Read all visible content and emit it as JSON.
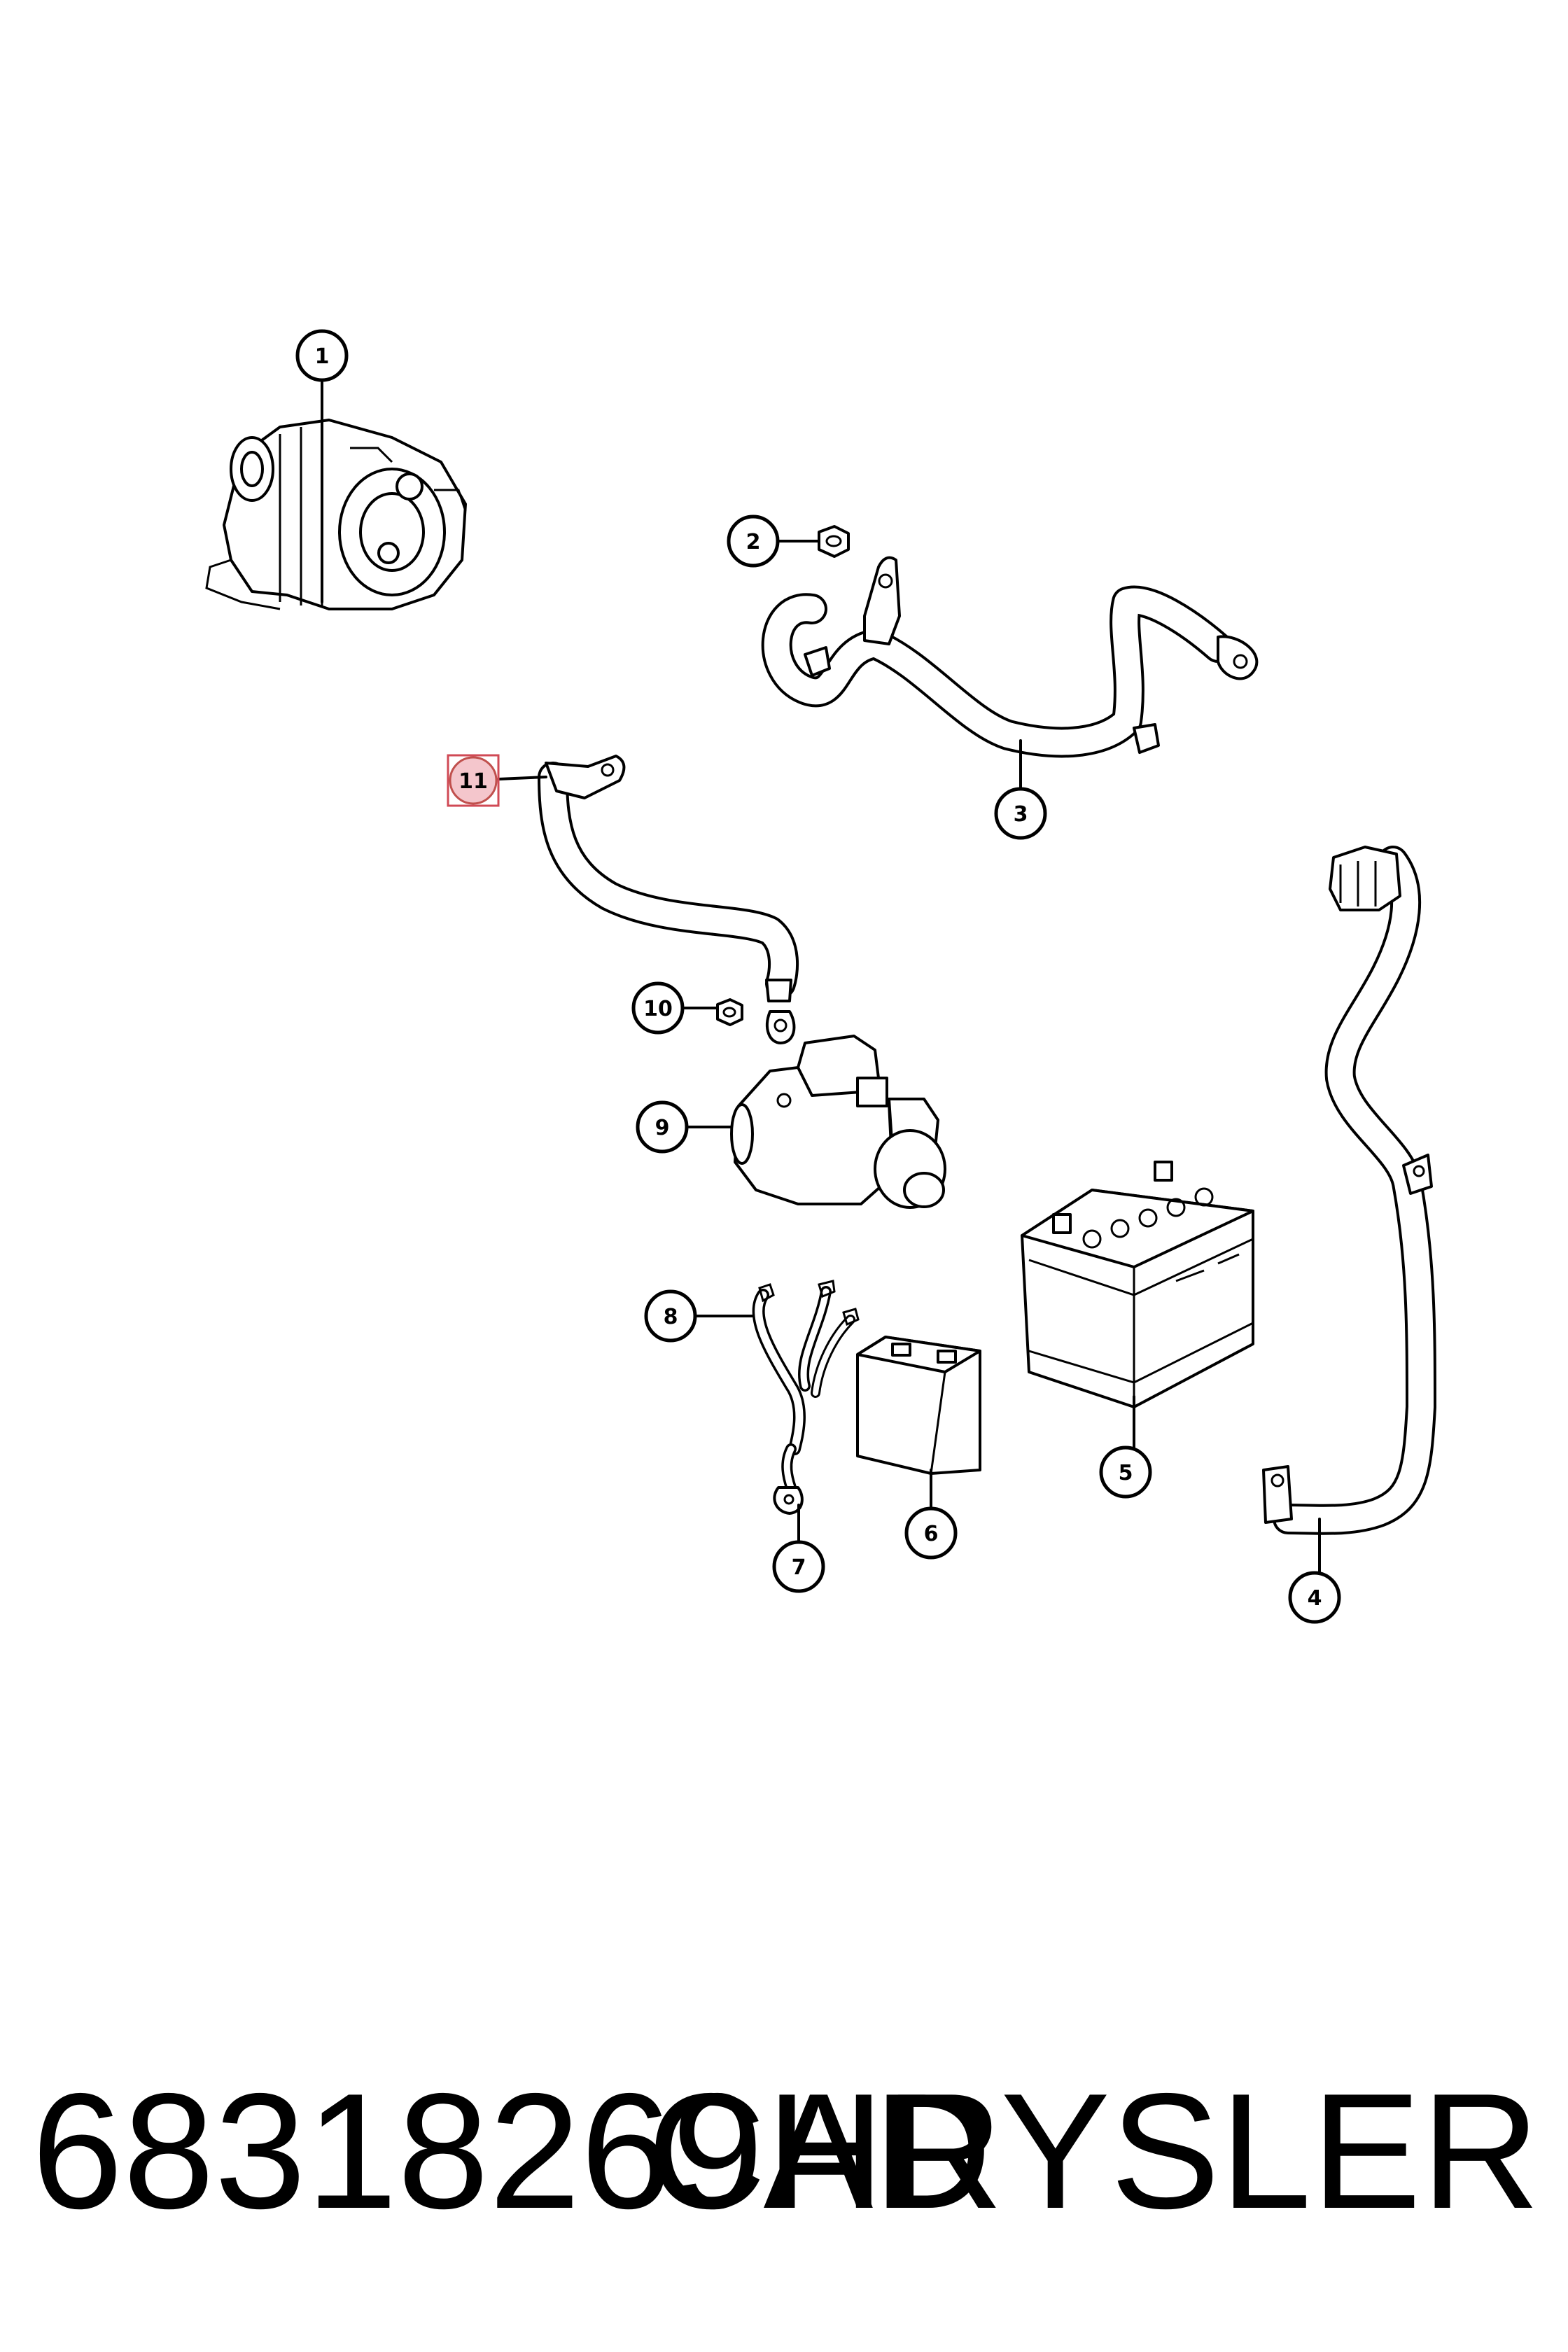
{
  "callouts": [
    "1",
    "2",
    "3",
    "4",
    "5",
    "6",
    "7",
    "8",
    "9",
    "10",
    "11"
  ],
  "highlighted_callout": "11",
  "footer": {
    "part_number": "68318269AD",
    "brand": "CHRYSLER"
  },
  "colors": {
    "line": "#000000",
    "highlight_fill": "#f4c6cc",
    "highlight_border": "#d04a55"
  }
}
